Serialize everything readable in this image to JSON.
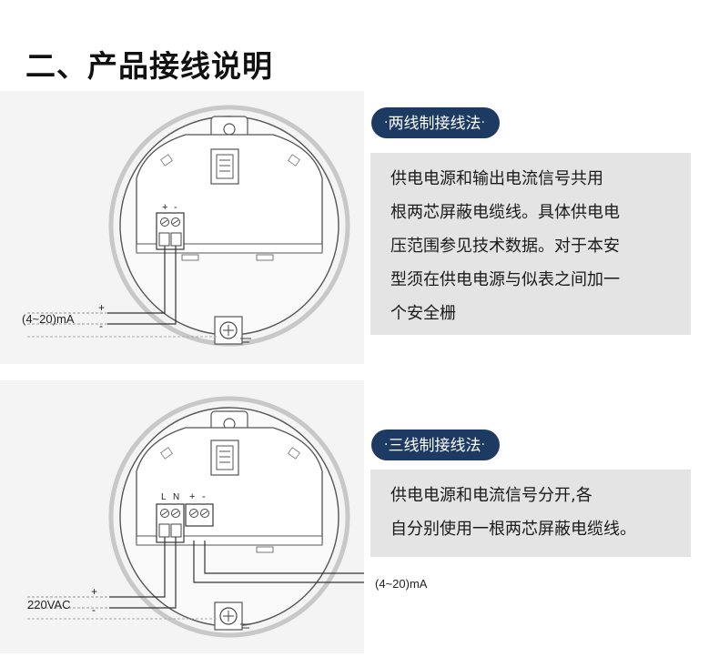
{
  "title": "二、产品接线说明",
  "two_wire": {
    "heading": "两线制接线法",
    "lines": [
      "供电电源和输出电流信号共用",
      "根两芯屏蔽电缆线。具体供电电",
      "压范围参见技术数据。对于本安",
      "型须在供电电源与似表之间加一",
      "个安全栅"
    ],
    "terminal_plus": "+",
    "terminal_minus": "-",
    "signal_label": "(4~20)mA",
    "wire_plus": "+",
    "wire_minus": "-"
  },
  "three_wire": {
    "heading": "三线制接线法",
    "lines": [
      "供电电源和电流信号分开,各",
      "自分别使用一根两芯屏蔽电缆线。"
    ],
    "terminal_L": "L",
    "terminal_N": "N",
    "terminal_plus": "+",
    "terminal_minus": "-",
    "power_label": "220VAC",
    "signal_label": "(4~20)mA",
    "wire_plus": "+",
    "wire_minus": "-"
  },
  "colors": {
    "pill_bg": "#1d3a63",
    "desc_bg": "#e4e4e4",
    "line": "#333333"
  }
}
